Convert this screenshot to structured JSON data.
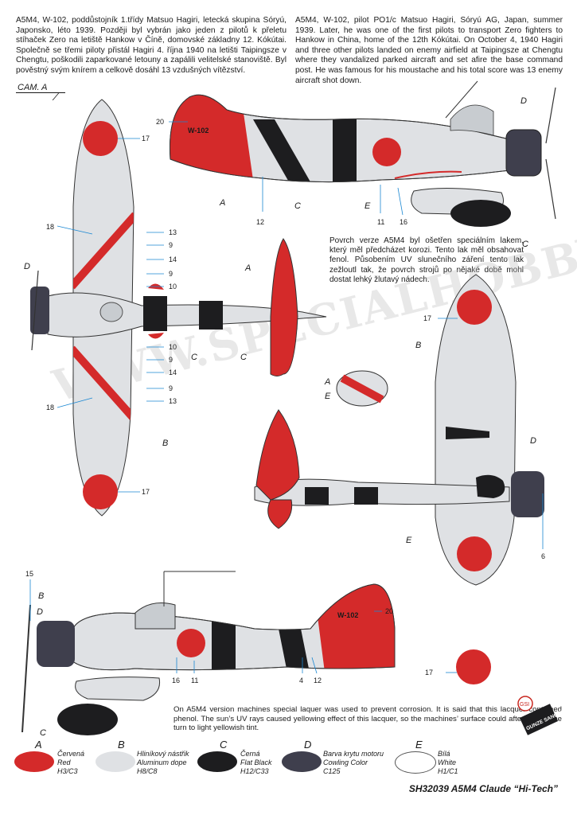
{
  "texts": {
    "cz_intro": "A5M4, W-102, poddůstojník 1.třídy Matsuo Hagiri, letecká skupina Sóryú, Japonsko, léto 1939. Později byl vybrán jako jeden z pilotů k přeletu stíhaček Zero na letiště Hankow v Číně, domovské základny 12. Kókútai. Společně se třemi piloty přistál Hagiri 4. října 1940 na letišti Taipingsze v Chengtu, poškodili zaparkované letouny a zapálili velitelské stanoviště. Byl pověstný svým knírem a celkově dosáhl 13 vzdušných vítězství.",
    "en_intro": "A5M4, W-102, pilot PO1/c Matsuo Hagiri, Sóryú AG, Japan, summer 1939. Later, he was one of the first pilots to transport Zero fighters to Hankow in China, home of the 12th Kókútai. On October 4, 1940 Hagiri and three other pilots landed on enemy airfield at Taipingsze at Chengtu where they vandalized parked aircraft and set afire the base command post. He was famous for his moustache and his total score was 13 enemy aircraft shot down.",
    "cz_note": "Povrch verze A5M4 byl ošetřen speciálním lakem, který měl předcházet korozi. Tento lak měl obsahovat fenol. Působením UV slunečního záření tento lak zežloutl tak, že povrch strojů po nějaké době mohl dostat lehký žlutavý nádech.",
    "en_note": "On A5M4 version machines special laquer was used to prevent corrosion. It is said that this lacquer contained phenol. The sun’s UV rays caused yellowing effect of this lacquer, so the machines’ surface could after some time turn to light yellowish tint."
  },
  "cam_label": "CAM. A",
  "aircraft_code": "W-102",
  "watermark": "WWW.SPECIALHOBBY.EU",
  "logo_text": "GUNZE SANGYO",
  "logo_badge": "GSI",
  "callouts": {
    "n20": "20",
    "n17": "17",
    "n12": "12",
    "n11": "11",
    "n16": "16",
    "n18": "18",
    "n13": "13",
    "n9": "9",
    "n14": "14",
    "n10": "10",
    "n6": "6",
    "n15": "15",
    "n4": "4",
    "A": "A",
    "B": "B",
    "C": "C",
    "D": "D",
    "E": "E"
  },
  "legend": [
    {
      "letter": "A",
      "color": "#d42a2a",
      "lines": [
        "Červená",
        "Red",
        "H3/C3"
      ]
    },
    {
      "letter": "B",
      "color": "#dfe1e4",
      "lines": [
        "Hliníkový nástřik",
        "Aluminum dope",
        "H8/C8"
      ]
    },
    {
      "letter": "C",
      "color": "#1d1d1f",
      "lines": [
        "Černá",
        "Flat Black",
        "H12/C33"
      ]
    },
    {
      "letter": "D",
      "color": "#3f3f4d",
      "lines": [
        "Barva krytu motoru",
        "Cowling Color",
        "C125"
      ]
    },
    {
      "letter": "E",
      "color": "#ffffff",
      "lines": [
        "Bílá",
        "White",
        "H1/C1"
      ]
    }
  ],
  "footer": "SH32039 A5M4 Claude “Hi-Tech”"
}
